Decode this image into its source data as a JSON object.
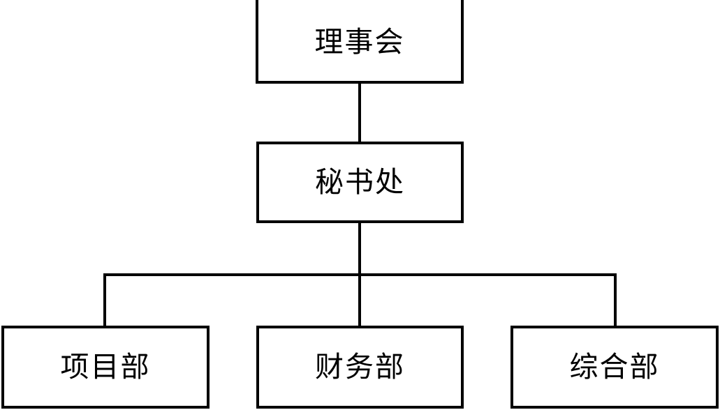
{
  "diagram": {
    "type": "organization-chart",
    "orientation": "top-down",
    "background_color": "#ffffff",
    "line_color": "#000000",
    "box_fill_color": "#ffffff",
    "box_border_color": "#000000",
    "nodes": [
      {
        "id": "board",
        "label": "理事会",
        "level": 0
      },
      {
        "id": "secretariat",
        "label": "秘书处",
        "level": 1
      },
      {
        "id": "project",
        "label": "项目部",
        "level": 2
      },
      {
        "id": "finance",
        "label": "财务部",
        "level": 2
      },
      {
        "id": "general",
        "label": "综合部",
        "level": 2
      }
    ],
    "edges": [
      {
        "from": "board",
        "to": "secretariat"
      },
      {
        "from": "secretariat",
        "to": "project"
      },
      {
        "from": "secretariat",
        "to": "finance"
      },
      {
        "from": "secretariat",
        "to": "general"
      }
    ]
  }
}
